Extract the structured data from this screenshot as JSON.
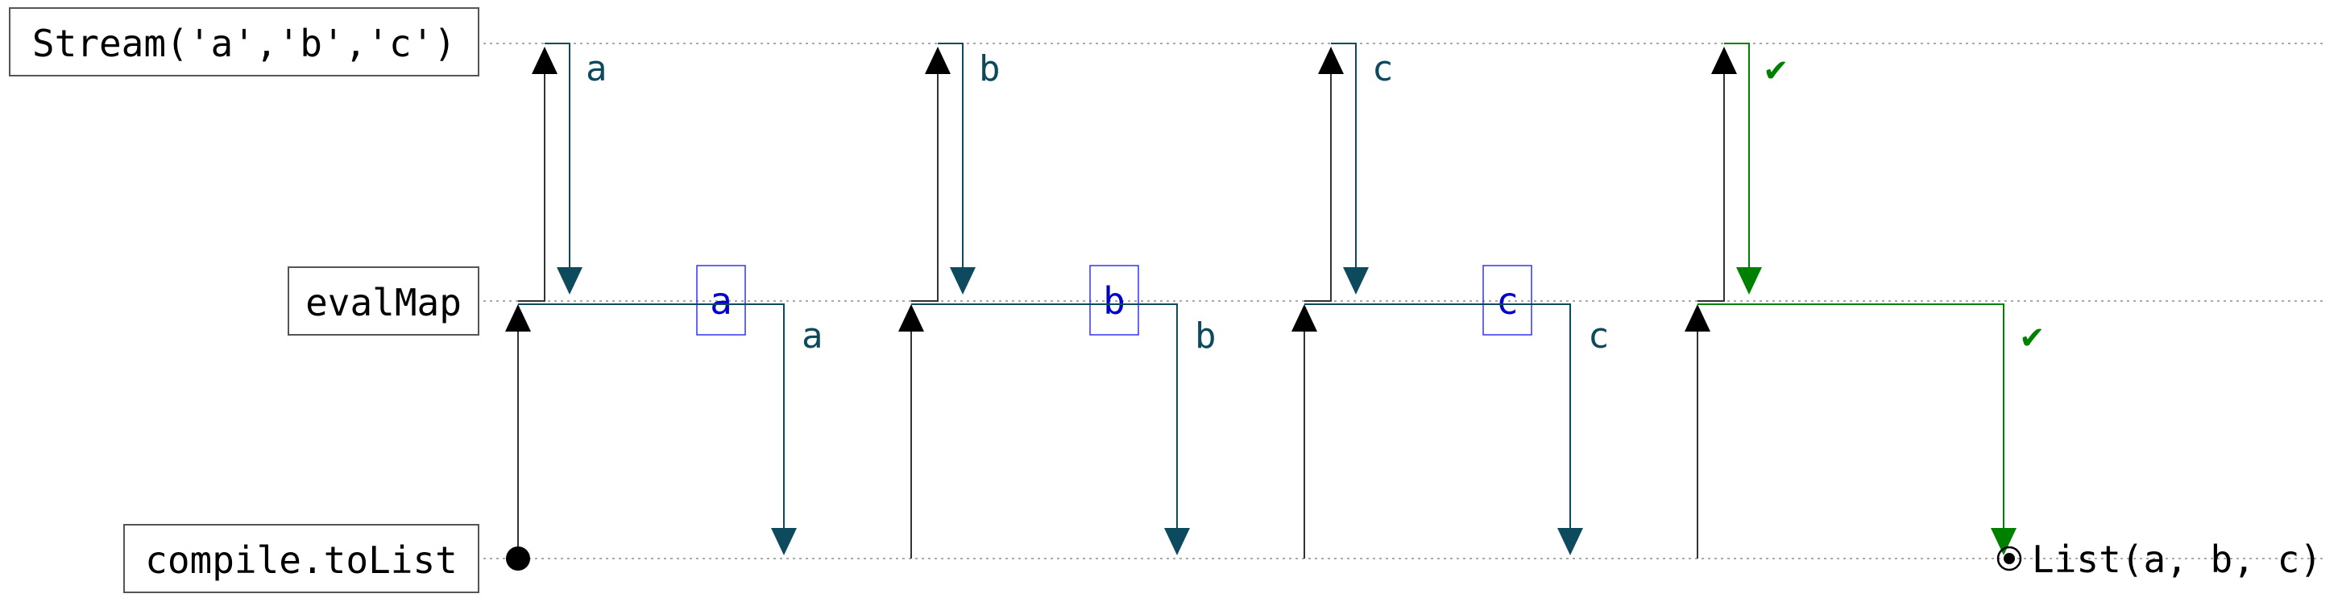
{
  "lanes": {
    "source": "Stream('a','b','c')",
    "map": "evalMap",
    "sink": "compile.toList"
  },
  "steps": [
    {
      "value": "a",
      "kind": "element"
    },
    {
      "value": "b",
      "kind": "element"
    },
    {
      "value": "c",
      "kind": "element"
    },
    {
      "value": "✔",
      "kind": "completion"
    }
  ],
  "result": "List(a, b, c)",
  "colors": {
    "element": "#0d4a5e",
    "completion": "#008000",
    "box": "#0000cc",
    "request": "#000000"
  }
}
